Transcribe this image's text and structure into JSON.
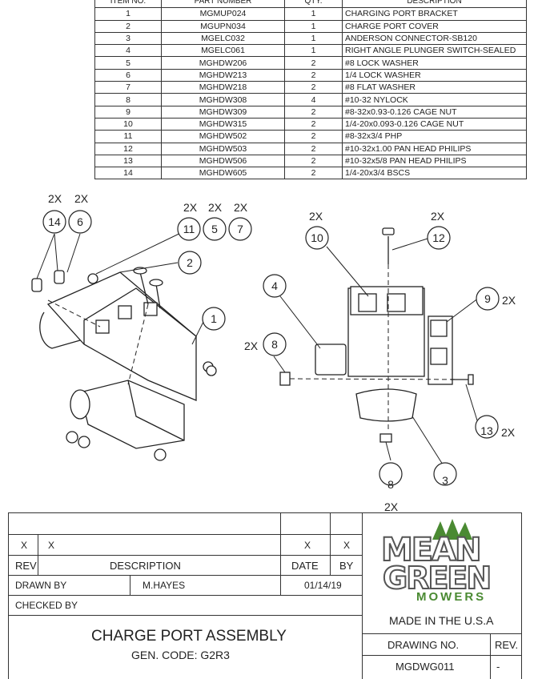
{
  "bom": {
    "headers": [
      "ITEM NO.",
      "PART NUMBER",
      "QTY.",
      "DESCRIPTION"
    ],
    "rows": [
      [
        "1",
        "MGMUP024",
        "1",
        "CHARGING PORT BRACKET"
      ],
      [
        "2",
        "MGUPN034",
        "1",
        "CHARGE PORT COVER"
      ],
      [
        "3",
        "MGELC032",
        "1",
        "ANDERSON CONNECTOR-SB120"
      ],
      [
        "4",
        "MGELC061",
        "1",
        "RIGHT ANGLE PLUNGER SWITCH-SEALED"
      ],
      [
        "5",
        "MGHDW206",
        "2",
        "#8 LOCK WASHER"
      ],
      [
        "6",
        "MGHDW213",
        "2",
        "1/4 LOCK WASHER"
      ],
      [
        "7",
        "MGHDW218",
        "2",
        "#8 FLAT WASHER"
      ],
      [
        "8",
        "MGHDW308",
        "4",
        "#10-32 NYLOCK"
      ],
      [
        "9",
        "MGHDW309",
        "2",
        "#8-32x0.93-0.126 CAGE NUT"
      ],
      [
        "10",
        "MGHDW315",
        "2",
        "1/4-20x0.093-0.126 CAGE NUT"
      ],
      [
        "11",
        "MGHDW502",
        "2",
        "#8-32x3/4 PHP"
      ],
      [
        "12",
        "MGHDW503",
        "2",
        "#10-32x1.00 PAN HEAD PHILIPS"
      ],
      [
        "13",
        "MGHDW506",
        "2",
        "#10-32x5/8 PAN HEAD PHILIPS"
      ],
      [
        "14",
        "MGHDW605",
        "2",
        "1/4-20x3/4 BSCS"
      ]
    ]
  },
  "diagram": {
    "qty_2x": "2X",
    "balloons": {
      "b14": "14",
      "b6": "6",
      "b11": "11",
      "b5": "5",
      "b7": "7",
      "b2": "2",
      "b1": "1",
      "b4": "4",
      "b10": "10",
      "b12": "12",
      "b9": "9",
      "b8": "8",
      "b13": "13",
      "b3": "3"
    }
  },
  "title_block": {
    "rev_row": {
      "rev": "X",
      "description": "X",
      "date": "X",
      "by": "X"
    },
    "labels": {
      "rev": "REV",
      "description": "DESCRIPTION",
      "date": "DATE",
      "by": "BY",
      "drawn_by": "DRAWN BY",
      "checked_by": "CHECKED BY",
      "drawing_no": "DRAWING NO.",
      "rev_short": "REV."
    },
    "drawn_by_name": "M.HAYES",
    "drawn_date": "01/14/19",
    "title": "CHARGE PORT ASSEMBLY",
    "gen_code": "GEN. CODE: G2R3",
    "made_in": "MADE IN THE U.S.A",
    "drawing_no": "MGDWG011",
    "revision": "-"
  },
  "logo": {
    "line1": "MEAN",
    "line2": "GREEN",
    "line3": "MOWERS",
    "colors": {
      "green": "#4a8a32",
      "gray": "#555555"
    }
  }
}
